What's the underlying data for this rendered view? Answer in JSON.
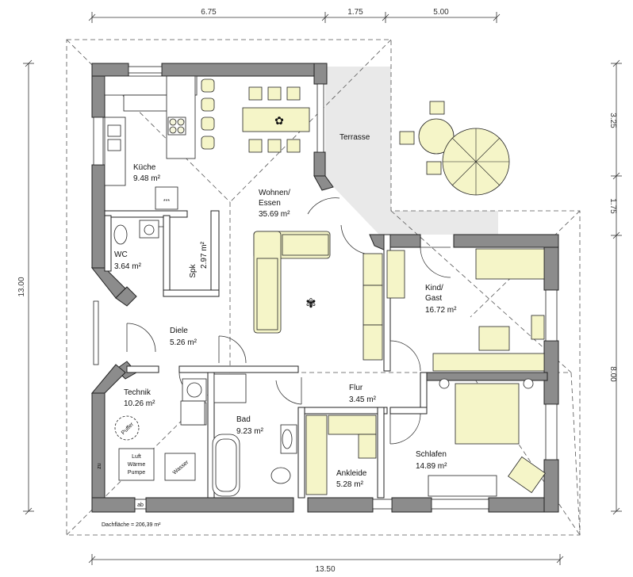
{
  "dimensions": {
    "top": [
      "6.75",
      "1.75",
      "5.00"
    ],
    "right": [
      "3.25",
      "1.75",
      "8.00"
    ],
    "left": "13.00",
    "bottom": "13.50"
  },
  "rooms": {
    "kueche": {
      "name": "Küche",
      "area": "9.48 m²"
    },
    "wohnen": {
      "name": "Wohnen/",
      "name2": "Essen",
      "area": "35.69 m²"
    },
    "terrasse": {
      "name": "Terrasse"
    },
    "wc": {
      "name": "WC",
      "area": "3.64 m²"
    },
    "spk": {
      "name": "Spk",
      "area": "2.97 m²"
    },
    "diele": {
      "name": "Diele",
      "area": "5.26 m²"
    },
    "kind": {
      "name": "Kind/",
      "name2": "Gast",
      "area": "16.72 m²"
    },
    "technik": {
      "name": "Technik",
      "area": "10.26 m²"
    },
    "flur": {
      "name": "Flur",
      "area": "3.45 m²"
    },
    "bad": {
      "name": "Bad",
      "area": "9.23 m²"
    },
    "ankleide": {
      "name": "Ankleide",
      "area": "5.28 m²"
    },
    "schlafen": {
      "name": "Schlafen",
      "area": "14.89 m²"
    }
  },
  "equipment": {
    "puffer": "Puffer",
    "pump1": "Luft",
    "pump2": "Wärme",
    "pump3": "Pumpe",
    "wasser": "Wasser",
    "zu": "zu",
    "ab": "ab",
    "hob": "***"
  },
  "roof_area": "Dachfläche = 206,39 m²"
}
